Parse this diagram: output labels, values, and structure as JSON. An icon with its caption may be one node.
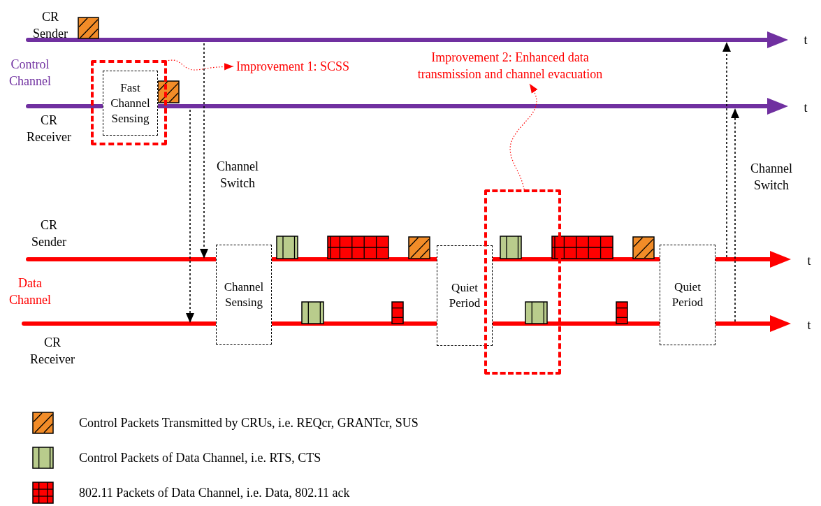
{
  "diagram": {
    "nodes": [
      {
        "text": [],
        "shape": "box"
      },
      {
        "text": [
          "Fast Channel Sensing"
        ],
        "in": 0
      },
      {
        "text": [
          "Improvement 1: SCSS"
        ]
      },
      {
        "text": [
          "Improvement 2: Enhanced data transmission and channel evacuation"
        ]
      },
      {
        "text": [
          "Channel Sensing"
        ]
      },
      {
        "text": [
          "Quiet Period"
        ]
      },
      {
        "text": [],
        "shape": "box"
      },
      {
        "text": [
          "Quiet Period"
        ]
      }
    ],
    "edges": [
      {
        "from": 0,
        "to": 2,
        "arrow": "to",
        "style": "dashed",
        "color": "#ff0000"
      },
      {
        "from": 6,
        "to": 3,
        "arrow": "to",
        "style": "dashed",
        "color": "#ff0000"
      }
    ],
    "labels": [
      "CR Sender",
      "t",
      "Control Channel",
      "t",
      "CR Receiver",
      "Channel Switch",
      "Channel Switch",
      "CR Sender",
      "t",
      "Data Channel",
      "t",
      "CR Receiver"
    ],
    "legend": [
      {
        "text": "Control Packets Transmitted by CRUs, i.e. REQcr, GRANTcr, SUS"
      },
      {
        "text": "Control Packets of Data Channel, i.e. RTS, CTS"
      },
      {
        "text": "802.11 Packets of Data Channel, i.e. Data, 802.11 ack"
      }
    ]
  }
}
